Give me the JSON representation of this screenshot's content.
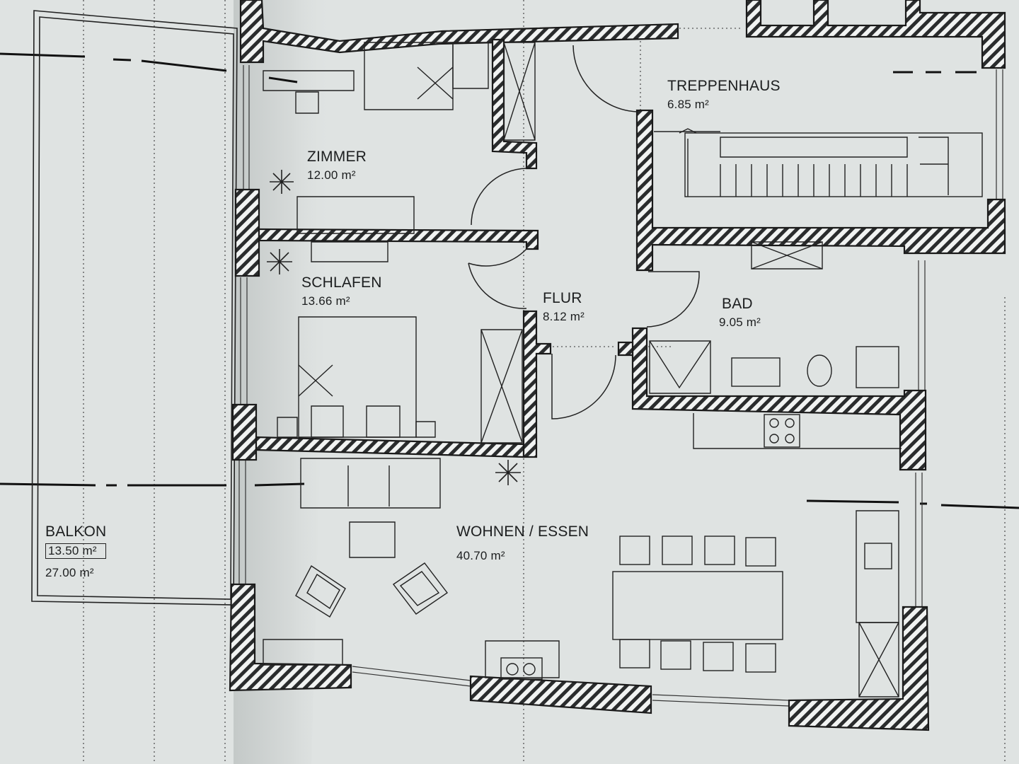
{
  "rooms": {
    "zimmer": {
      "name": "ZIMMER",
      "area": "12.00 m²"
    },
    "schlafen": {
      "name": "SCHLAFEN",
      "area": "13.66 m²"
    },
    "flur": {
      "name": "FLUR",
      "area": "8.12 m²"
    },
    "treppenhaus": {
      "name": "TREPPENHAUS",
      "area": "6.85 m²"
    },
    "bad": {
      "name": "BAD",
      "area": "9.05 m²"
    },
    "wohnen_essen": {
      "name": "WOHNEN / ESSEN",
      "area": "40.70 m²"
    },
    "balkon": {
      "name": "BALKON",
      "area": "13.50 m²",
      "area_total": "27.00 m²"
    }
  },
  "colors": {
    "paper": "#dfe3e2",
    "ink": "#1c1e1f",
    "shadow": "#b9bebd"
  }
}
